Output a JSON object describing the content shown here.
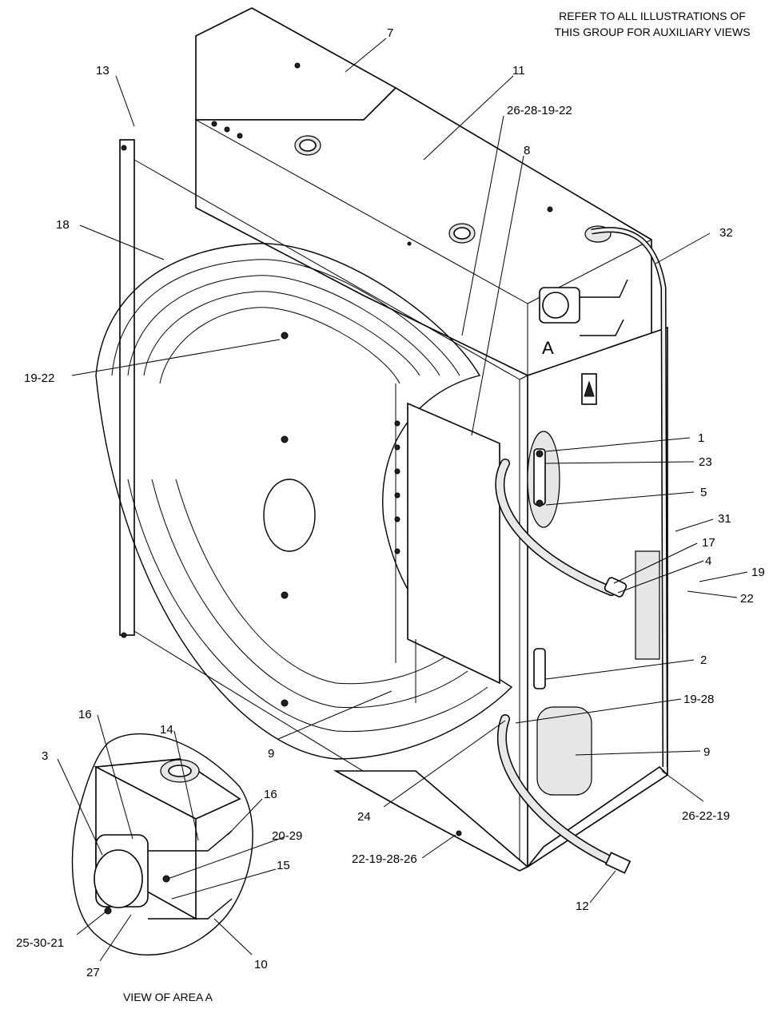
{
  "notes": {
    "refer_line1": "REFER TO ALL ILLUSTRATIONS OF",
    "refer_line2": "THIS GROUP FOR AUXILIARY VIEWS",
    "view_caption": "VIEW OF AREA A",
    "area_marker": "A"
  },
  "callouts": [
    {
      "id": "7",
      "text": "7"
    },
    {
      "id": "11",
      "text": "11"
    },
    {
      "id": "13",
      "text": "13"
    },
    {
      "id": "26-28-19-22",
      "text": "26-28-19-22"
    },
    {
      "id": "8",
      "text": "8"
    },
    {
      "id": "18",
      "text": "18"
    },
    {
      "id": "32",
      "text": "32"
    },
    {
      "id": "19-22",
      "text": "19-22"
    },
    {
      "id": "1",
      "text": "1"
    },
    {
      "id": "23",
      "text": "23"
    },
    {
      "id": "5",
      "text": "5"
    },
    {
      "id": "31",
      "text": "31"
    },
    {
      "id": "17",
      "text": "17"
    },
    {
      "id": "4",
      "text": "4"
    },
    {
      "id": "19",
      "text": "19"
    },
    {
      "id": "22",
      "text": "22"
    },
    {
      "id": "2",
      "text": "2"
    },
    {
      "id": "19-28",
      "text": "19-28"
    },
    {
      "id": "9a",
      "text": "9"
    },
    {
      "id": "9b",
      "text": "9"
    },
    {
      "id": "26-22-19",
      "text": "26-22-19"
    },
    {
      "id": "24",
      "text": "24"
    },
    {
      "id": "22-19-28-26",
      "text": "22-19-28-26"
    },
    {
      "id": "12",
      "text": "12"
    },
    {
      "id": "16a",
      "text": "16"
    },
    {
      "id": "14",
      "text": "14"
    },
    {
      "id": "3",
      "text": "3"
    },
    {
      "id": "16b",
      "text": "16"
    },
    {
      "id": "20-29",
      "text": "20-29"
    },
    {
      "id": "15",
      "text": "15"
    },
    {
      "id": "25-30-21",
      "text": "25-30-21"
    },
    {
      "id": "27",
      "text": "27"
    },
    {
      "id": "10",
      "text": "10"
    }
  ]
}
